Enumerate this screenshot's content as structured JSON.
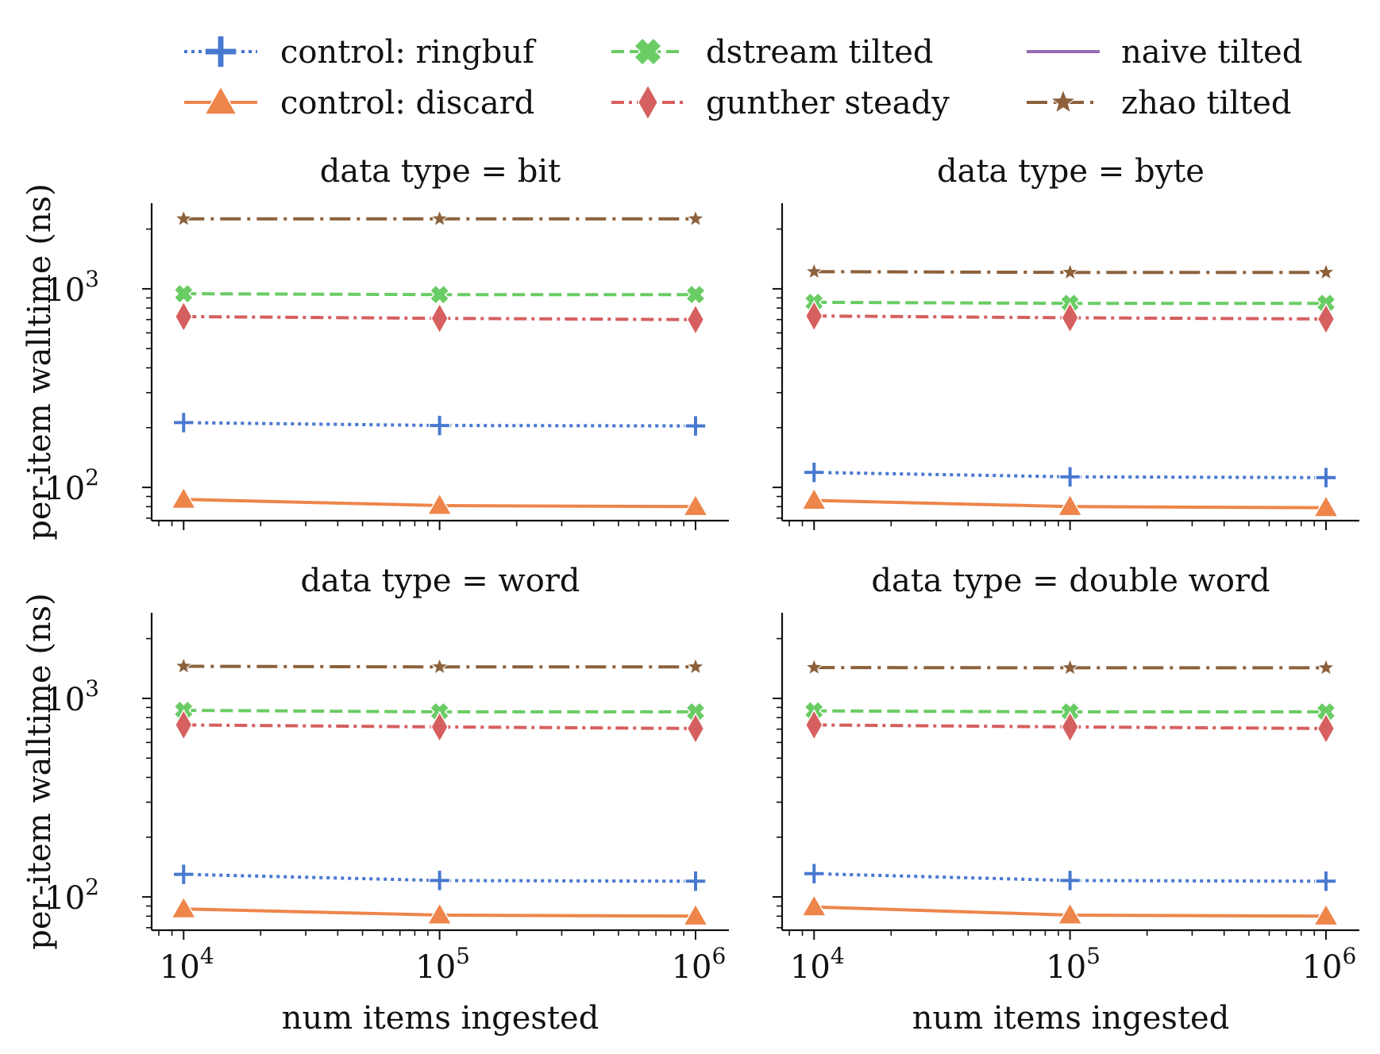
{
  "figure": {
    "y_axis_label": "per-item walltime (ns)",
    "x_axis_label": "num items ingested"
  },
  "legend": {
    "items": [
      {
        "label": "control: ringbuf",
        "color": "#4878d0",
        "dash": "dotted",
        "marker": "plus"
      },
      {
        "label": "control: discard",
        "color": "#ee854a",
        "dash": "solid",
        "marker": "triangle"
      },
      {
        "label": "dstream tilted",
        "color": "#6acc64",
        "dash": "dashed",
        "marker": "x"
      },
      {
        "label": "gunther steady",
        "color": "#d65f5f",
        "dash": "dashdot-fine",
        "marker": "diamond"
      },
      {
        "label": "naive tilted",
        "color": "#956cb4",
        "dash": "solid",
        "marker": "none"
      },
      {
        "label": "zhao tilted",
        "color": "#8c613c",
        "dash": "dashdot",
        "marker": "star"
      }
    ]
  },
  "chart_data": [
    {
      "type": "line",
      "title": "data type = bit",
      "x": [
        10000,
        100000,
        1000000
      ],
      "x_tick_labels": [
        "10",
        "10",
        "10"
      ],
      "x_tick_exponents": [
        "4",
        "5",
        "6"
      ],
      "y_tick_labels": [
        "10",
        "10"
      ],
      "y_tick_exponents": [
        "2",
        "3"
      ],
      "y_scale": "log",
      "x_scale": "log",
      "xlim": [
        7500,
        1350000
      ],
      "ylim": [
        68,
        2700
      ],
      "series": [
        {
          "name": "control: ringbuf",
          "values": [
            212,
            205,
            204
          ]
        },
        {
          "name": "control: discard",
          "values": [
            87,
            81,
            80
          ]
        },
        {
          "name": "dstream tilted",
          "values": [
            945,
            935,
            935
          ]
        },
        {
          "name": "gunther steady",
          "values": [
            725,
            710,
            700
          ]
        },
        {
          "name": "zhao tilted",
          "values": [
            2250,
            2250,
            2250
          ]
        }
      ]
    },
    {
      "type": "line",
      "title": "data type = byte",
      "x": [
        10000,
        100000,
        1000000
      ],
      "x_tick_labels": [
        "10",
        "10",
        "10"
      ],
      "x_tick_exponents": [
        "4",
        "5",
        "6"
      ],
      "y_scale": "log",
      "x_scale": "log",
      "xlim": [
        7500,
        1350000
      ],
      "ylim": [
        68,
        2700
      ],
      "series": [
        {
          "name": "control: ringbuf",
          "values": [
            119,
            113,
            112
          ]
        },
        {
          "name": "control: discard",
          "values": [
            86,
            80,
            79
          ]
        },
        {
          "name": "dstream tilted",
          "values": [
            855,
            845,
            845
          ]
        },
        {
          "name": "gunther steady",
          "values": [
            730,
            715,
            705
          ]
        },
        {
          "name": "zhao tilted",
          "values": [
            1220,
            1210,
            1210
          ]
        }
      ]
    },
    {
      "type": "line",
      "title": "data type = word",
      "x": [
        10000,
        100000,
        1000000
      ],
      "x_tick_labels": [
        "10",
        "10",
        "10"
      ],
      "x_tick_exponents": [
        "4",
        "5",
        "6"
      ],
      "y_tick_labels": [
        "10",
        "10"
      ],
      "y_tick_exponents": [
        "2",
        "3"
      ],
      "y_scale": "log",
      "x_scale": "log",
      "xlim": [
        7500,
        1350000
      ],
      "ylim": [
        68,
        2700
      ],
      "series": [
        {
          "name": "control: ringbuf",
          "values": [
            130,
            121,
            120
          ]
        },
        {
          "name": "control: discard",
          "values": [
            87,
            81,
            80
          ]
        },
        {
          "name": "dstream tilted",
          "values": [
            870,
            855,
            855
          ]
        },
        {
          "name": "gunther steady",
          "values": [
            735,
            718,
            705
          ]
        },
        {
          "name": "zhao tilted",
          "values": [
            1450,
            1440,
            1440
          ]
        }
      ]
    },
    {
      "type": "line",
      "title": "data type = double word",
      "x": [
        10000,
        100000,
        1000000
      ],
      "x_tick_labels": [
        "10",
        "10",
        "10"
      ],
      "x_tick_exponents": [
        "4",
        "5",
        "6"
      ],
      "y_scale": "log",
      "x_scale": "log",
      "xlim": [
        7500,
        1350000
      ],
      "ylim": [
        68,
        2700
      ],
      "series": [
        {
          "name": "control: ringbuf",
          "values": [
            131,
            121,
            120
          ]
        },
        {
          "name": "control: discard",
          "values": [
            89,
            81,
            80
          ]
        },
        {
          "name": "dstream tilted",
          "values": [
            865,
            855,
            855
          ]
        },
        {
          "name": "gunther steady",
          "values": [
            735,
            718,
            705
          ]
        },
        {
          "name": "zhao tilted",
          "values": [
            1430,
            1425,
            1425
          ]
        }
      ]
    }
  ]
}
